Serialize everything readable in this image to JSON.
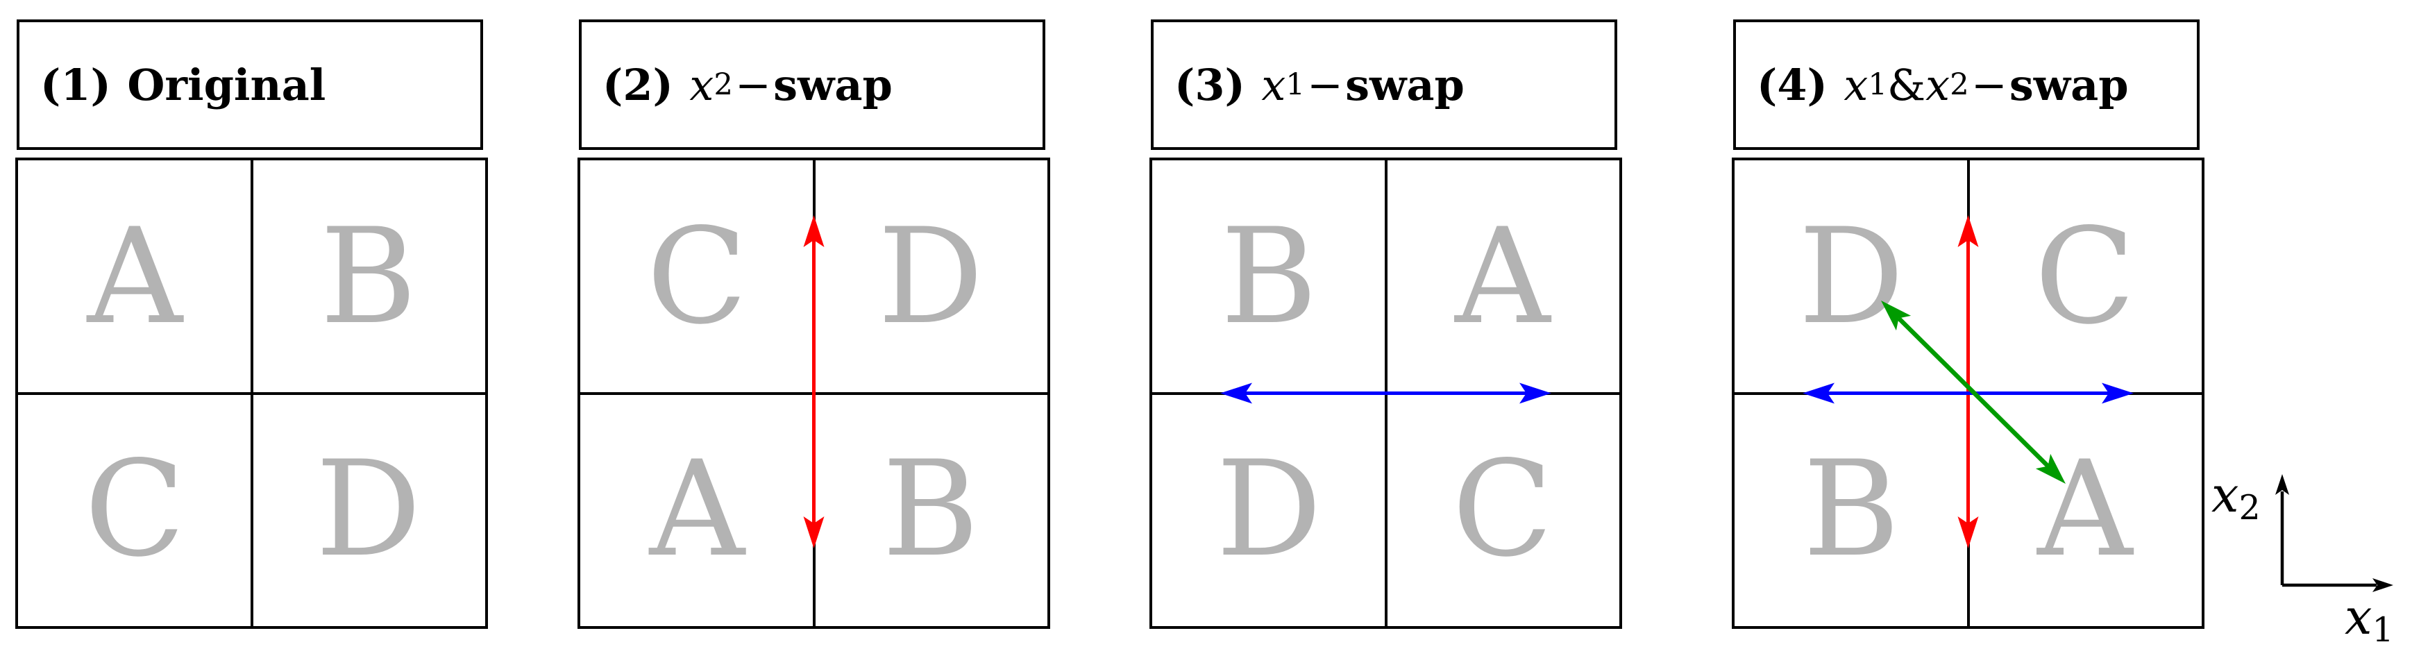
{
  "figure": {
    "description": "Quadrant swap diagram with four panels",
    "letter_color": "#b3b3b3",
    "line_color": "#000000"
  },
  "colors": {
    "red": "#fe0000",
    "blue": "#0100fe",
    "green": "#009b00",
    "letter_gray": "#b3b3b3"
  },
  "panels": [
    {
      "num": "(1)",
      "word": "Original",
      "cells": [
        "A",
        "B",
        "C",
        "D"
      ],
      "arrows": []
    },
    {
      "num": "(2)",
      "var1": "x",
      "sub1": "2",
      "dash": "−",
      "word": "swap",
      "cells": [
        "C",
        "D",
        "A",
        "B"
      ],
      "arrows": [
        {
          "name": "vertical-swap-arrow",
          "color": "#fe0000"
        }
      ]
    },
    {
      "num": "(3)",
      "var1": "x",
      "sub1": "1",
      "dash": "−",
      "word": "swap",
      "cells": [
        "B",
        "A",
        "D",
        "C"
      ],
      "arrows": [
        {
          "name": "horizontal-swap-arrow",
          "color": "#0100fe"
        }
      ]
    },
    {
      "num": "(4)",
      "var1": "x",
      "sub1": "1",
      "amp": "&",
      "var2": "x",
      "sub2": "2",
      "dash": "−",
      "word": "swap",
      "cells": [
        "D",
        "C",
        "B",
        "A"
      ],
      "arrows": [
        {
          "name": "vertical-swap-arrow",
          "color": "#fe0000"
        },
        {
          "name": "horizontal-swap-arrow",
          "color": "#0100fe"
        },
        {
          "name": "diagonal-swap-arrow",
          "color": "#009b00"
        }
      ]
    }
  ],
  "axis": {
    "x2_var": "x",
    "x2_sub": "2",
    "x1_var": "x",
    "x1_sub": "1"
  }
}
